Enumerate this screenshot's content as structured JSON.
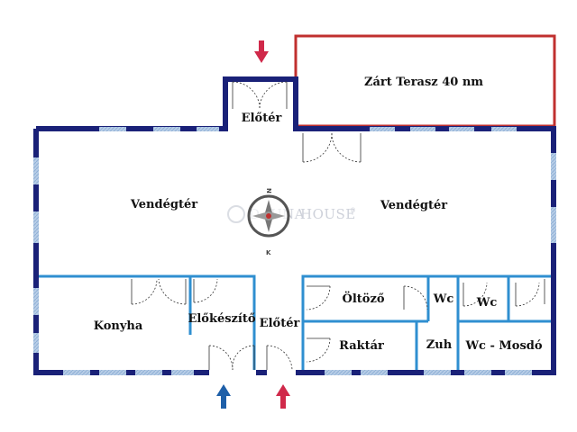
{
  "floorplan": {
    "rooms": {
      "terasz": "Zárt Terasz 40 nm",
      "eloter_top": "Előtér",
      "vendegter_left": "Vendégtér",
      "vendegter_right": "Vendégtér",
      "konyha": "Konyha",
      "elokeszito": "Előkészítő",
      "eloter_bottom": "Előtér",
      "oltozo": "Öltöző",
      "wc_1": "Wc",
      "wc_2": "Wc",
      "raktar": "Raktár",
      "zuh": "Zuh",
      "wc_mosdo": "Wc - Mosdó"
    },
    "watermark": {
      "brand_left": "D",
      "brand_mid": "UNA",
      "brand_right": "HOUSE",
      "registered": "®"
    },
    "compass": {
      "n": "N",
      "s": "K"
    },
    "colors": {
      "outer_wall": "#1a2178",
      "inner_wall": "#2f8fd0",
      "terrace": "#c0302f",
      "entry_arrow_red": "#d0294a",
      "entry_arrow_blue": "#1e5fa8",
      "window": "#a9c4e0"
    },
    "icons": [
      "entrance-arrow-icon",
      "compass-icon",
      "door-swing-icon"
    ]
  }
}
